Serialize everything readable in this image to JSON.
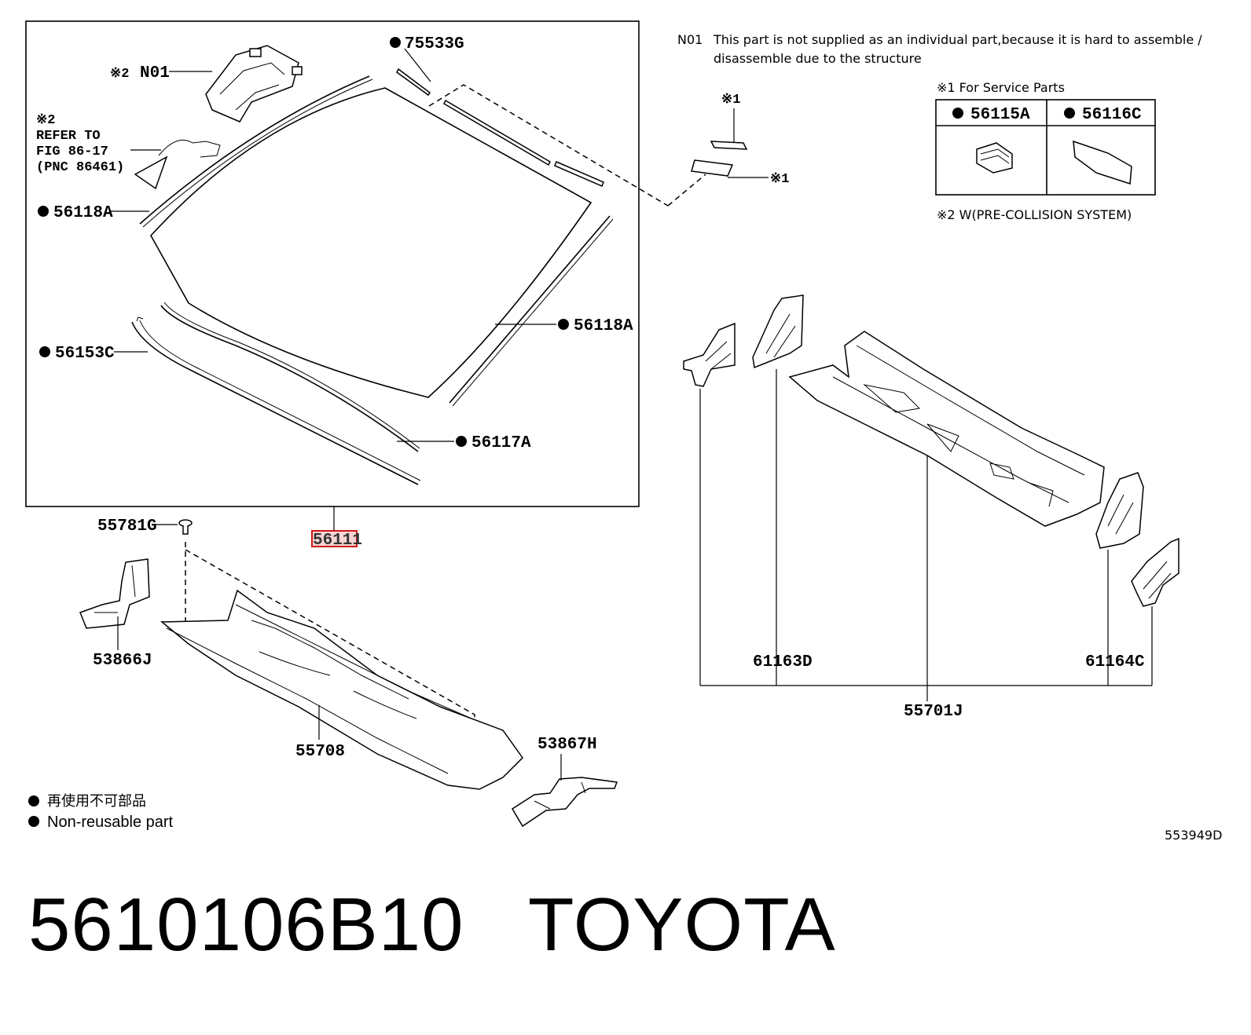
{
  "notes": {
    "n01_code": "N01",
    "n01_line1": "This part is not supplied as an individual part,because it is hard to assemble /",
    "n01_line2": "disassemble due to the structure",
    "service_parts_title": "※1 For Service Parts",
    "service_parts": [
      "56115A",
      "56116C"
    ],
    "pcs_note": "※2 W(PRE-COLLISION SYSTEM)"
  },
  "refer": {
    "mark": "※2",
    "line1": "REFER TO",
    "line2": "FIG 86-17",
    "line3": "(PNC 86461)"
  },
  "labels": {
    "mirror_bracket_mark": "※2",
    "mirror_bracket": "N01",
    "molding_top": "75533G",
    "molding_left": "56118A",
    "molding_right": "56118A",
    "dam_lower": "56153C",
    "dam_inner": "56117A",
    "windshield": "56111",
    "clip": "55781G",
    "cowl_seal_left": "53866J",
    "cowl_louver": "55708",
    "cowl_seal_right": "53867H",
    "service_mark_upper": "※1",
    "service_mark_lower": "※1",
    "cowl_brace_left": "61163D",
    "cowl_brace_right": "61164C",
    "cowl_panel": "55701J"
  },
  "legend": {
    "line_jp": "再使用不可部品",
    "line_en": "Non-reusable part"
  },
  "diagram_code": "553949D",
  "footer": {
    "part_number": "5610106B10",
    "brand": "TOYOTA"
  }
}
